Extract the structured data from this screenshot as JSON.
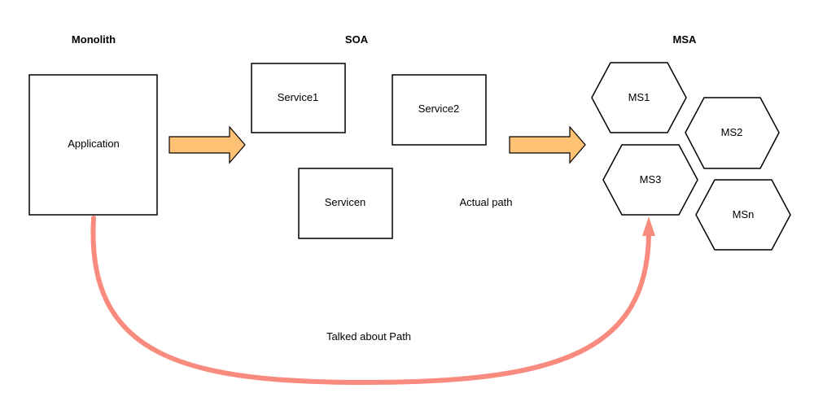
{
  "headings": {
    "monolith": "Monolith",
    "soa": "SOA",
    "msa": "MSA"
  },
  "monolith": {
    "application_label": "Application"
  },
  "soa": {
    "service1": "Service1",
    "service2": "Service2",
    "servicen": "Servicen"
  },
  "msa": {
    "ms1": "MS1",
    "ms2": "MS2",
    "ms3": "MS3",
    "msn": "MSn"
  },
  "annotations": {
    "actual_path": "Actual path",
    "talked_about_path": "Talked about Path"
  },
  "colors": {
    "block_arrow_fill": "#FFC174",
    "curve_color": "#F88A7E",
    "stroke": "#000000"
  }
}
